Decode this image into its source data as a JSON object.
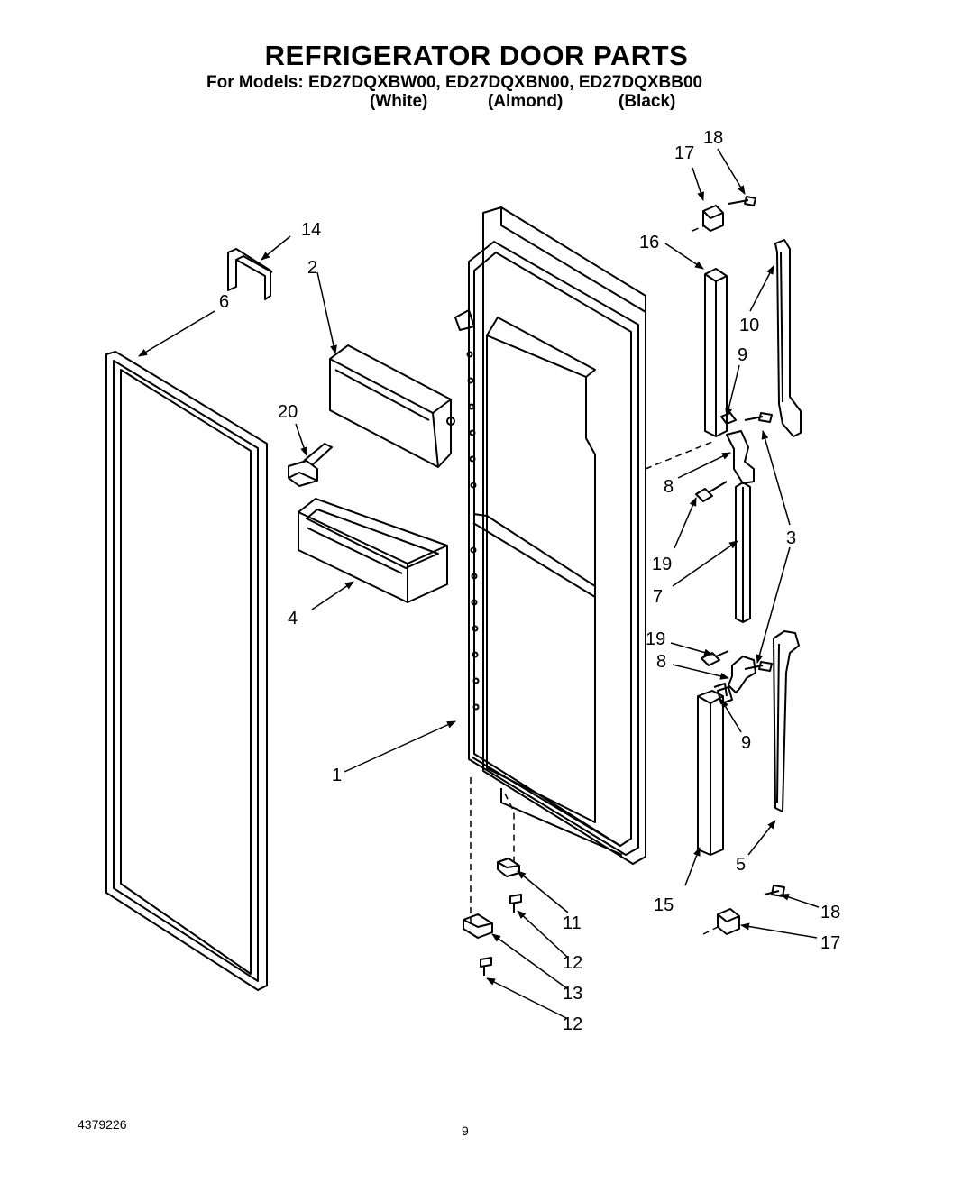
{
  "header": {
    "title": "REFRIGERATOR DOOR PARTS",
    "models_line": "For Models: ED27DQXBW00, ED27DQXBN00, ED27DQXBB00",
    "variant_white": "(White)",
    "variant_almond": "(Almond)",
    "variant_black": "(Black)"
  },
  "footer": {
    "doc_number": "4379226",
    "page_number": "9"
  },
  "callouts": {
    "c1": "1",
    "c2": "2",
    "c3": "3",
    "c4": "4",
    "c5": "5",
    "c6": "6",
    "c7": "7",
    "c8a": "8",
    "c8b": "8",
    "c9a": "9",
    "c9b": "9",
    "c10": "10",
    "c11": "11",
    "c12a": "12",
    "c12b": "12",
    "c13": "13",
    "c14": "14",
    "c15": "15",
    "c16": "16",
    "c17a": "17",
    "c17b": "17",
    "c18a": "18",
    "c18b": "18",
    "c19a": "19",
    "c19b": "19",
    "c20": "20"
  }
}
